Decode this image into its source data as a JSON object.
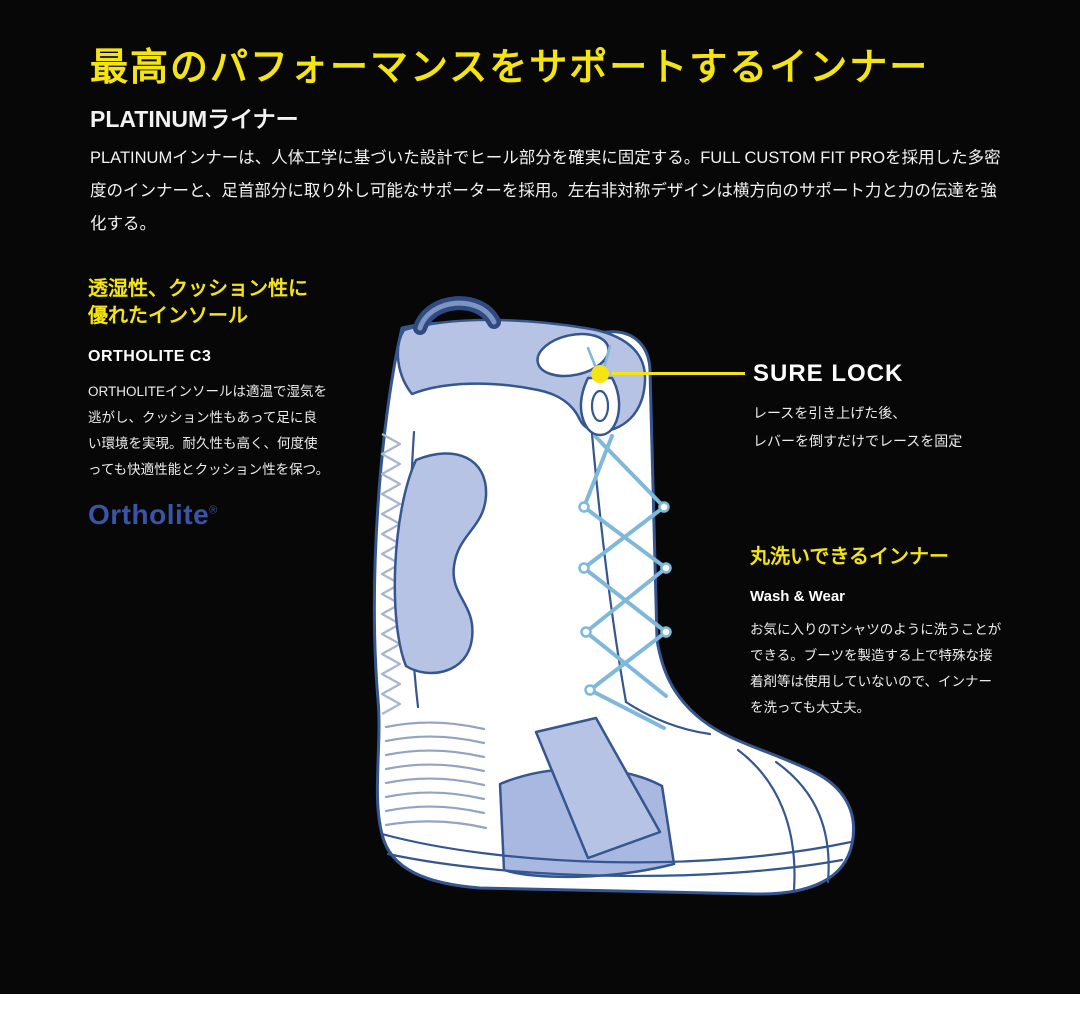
{
  "colors": {
    "background": "#070707",
    "accent_yellow": "#f4e411",
    "text_white": "#f2f2f2",
    "logo_blue": "#3a55a8",
    "boot_outline": "#35568e",
    "boot_panel": "#b7c3e4",
    "boot_panel_dark": "#a9b8e0",
    "lace_blue": "#7fb8d8",
    "handle_navy": "#2e4a80"
  },
  "header": {
    "title": "最高のパフォーマンスをサポートするインナー",
    "subtitle": "PLATINUMライナー",
    "intro": "PLATINUMインナーは、人体工学に基づいた設計でヒール部分を確実に固定する。FULL CUSTOM FIT PROを採用した多密度のインナーと、足首部分に取り外し可能なサポーターを採用。左右非対称デザインは横方向のサポート力と力の伝達を強化する。"
  },
  "insole": {
    "heading_line1": "透湿性、クッション性に",
    "heading_line2": "優れたインソール",
    "subheading": "ORTHOLITE C3",
    "body": "ORTHOLITEインソールは適温で湿気を逃がし、クッション性もあって足に良い環境を実現。耐久性も高く、何度使っても快適性能とクッション性を保つ。",
    "logo_text": "Ortholite",
    "logo_mark": "®"
  },
  "sure_lock": {
    "heading": "SURE LOCK",
    "body_line1": "レースを引き上げた後、",
    "body_line2": "レバーを倒すだけでレースを固定"
  },
  "wash": {
    "heading": "丸洗いできるインナー",
    "subheading": "Wash & Wear",
    "body": "お気に入りのTシャツのように洗うことができる。ブーツを製造する上で特殊な接着剤等は使用していないので、インナーを洗っても大丈夫。"
  },
  "illustration": {
    "label": "snowboard-boot-liner"
  }
}
